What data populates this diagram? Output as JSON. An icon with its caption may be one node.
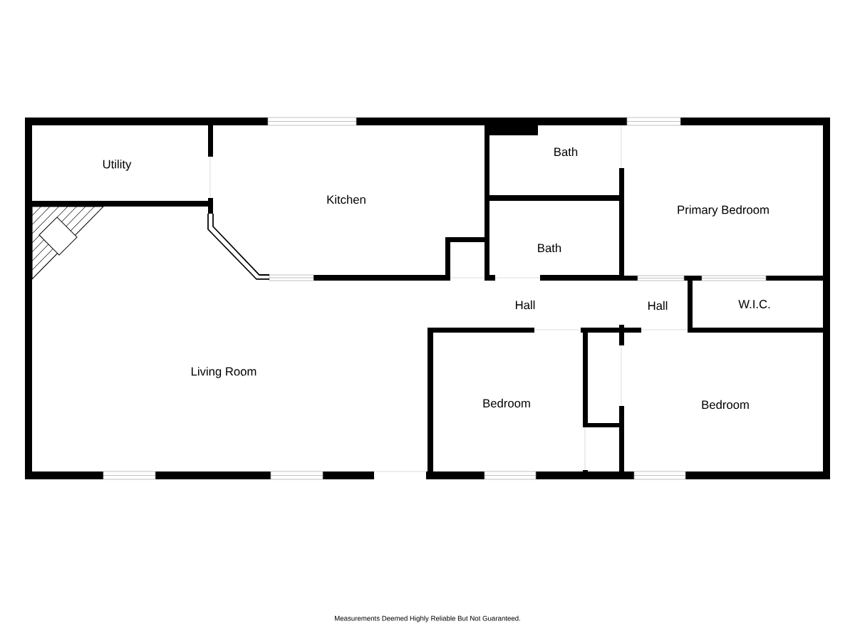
{
  "diagram": {
    "labels": [
      "Utility",
      "Kitchen",
      "Bath",
      "Primary Bedroom",
      "Bath",
      "Hall",
      "Hall",
      "W.I.C.",
      "Living Room",
      "Bedroom",
      "Bedroom",
      "Measurements Deemed Highly Reliable But Not Guaranteed."
    ]
  }
}
